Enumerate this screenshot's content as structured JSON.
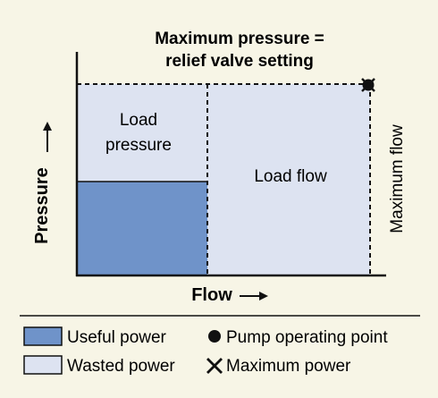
{
  "title": {
    "line1": "Maximum pressure =",
    "line2": "relief valve setting"
  },
  "axes": {
    "x_label": "Flow",
    "x_arrow": "→",
    "y_label": "Pressure",
    "y_arrow": "→",
    "max_flow_label": "Maximum flow"
  },
  "regions": {
    "load_pressure_line1": "Load",
    "load_pressure_line2": "pressure",
    "load_flow": "Load flow"
  },
  "legend": {
    "useful_power": "Useful power",
    "wasted_power": "Wasted power",
    "pump_operating_point": "Pump operating point",
    "maximum_power": "Maximum power"
  },
  "colors": {
    "useful": "#6f93c9",
    "wasted": "#dde3f1",
    "background": "#f7f5e6",
    "ink": "#111111"
  },
  "icons": {
    "pump_point": "filled-circle-icon",
    "max_power": "x-mark-icon"
  }
}
